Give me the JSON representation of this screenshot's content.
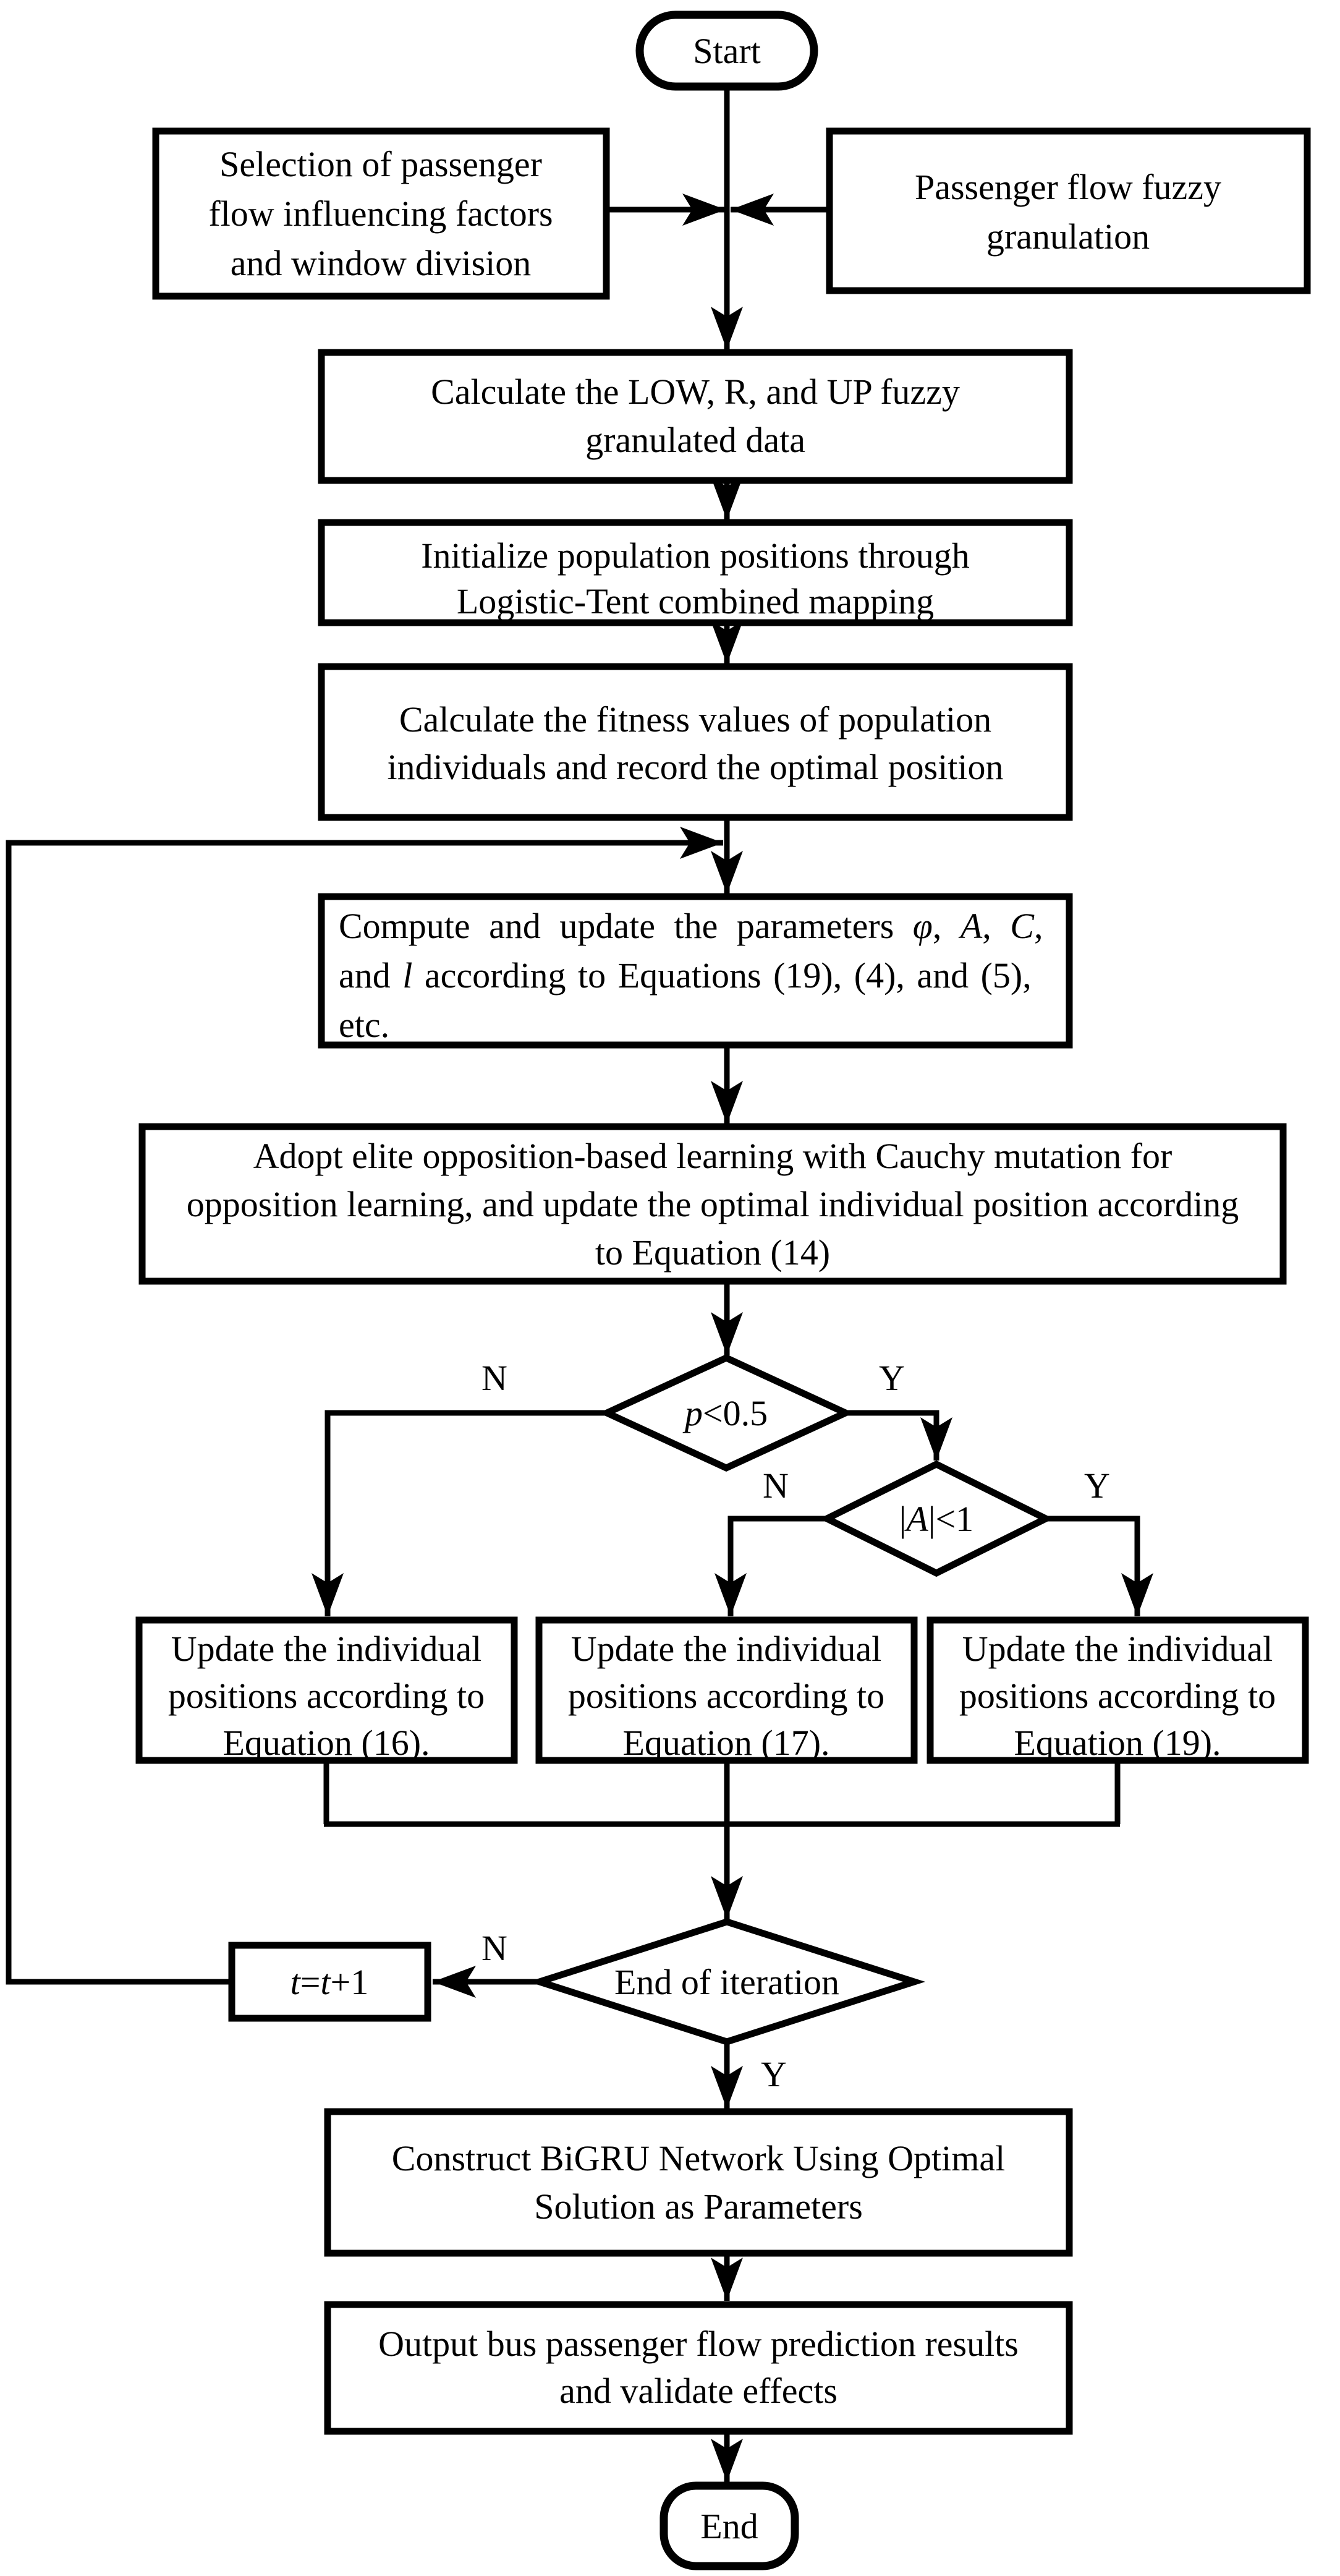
{
  "nodes": {
    "start": {
      "label": "Start"
    },
    "select_factors": {
      "line1": "Selection of passenger",
      "line2": "flow influencing factors",
      "line3": "and window division"
    },
    "fuzzy_granulation": {
      "line1": "Passenger flow fuzzy",
      "line2": "granulation"
    },
    "calc_granulated": {
      "line1": "Calculate the LOW, R, and UP fuzzy",
      "line2": "granulated data"
    },
    "init_population": {
      "line1": "Initialize population positions through",
      "line2": "Logistic-Tent combined mapping"
    },
    "calc_fitness": {
      "line1": "Calculate the fitness values of population",
      "line2": "individuals and record the optimal position"
    },
    "compute_params": {
      "l1a": "Compute and update the parameters ",
      "l1b": "φ",
      "l1c": ", ",
      "l1d": "A",
      "l1e": ", ",
      "l1f": "C",
      "l1g": ",",
      "l2a": "and ",
      "l2b": "l",
      "l2c": " according to Equations (19), (4), and (5),",
      "l3": "etc."
    },
    "elite_opposition": {
      "line1": "Adopt elite opposition-based learning with Cauchy mutation for",
      "line2": "opposition learning, and update the optimal individual position according",
      "line3": "to Equation (14)"
    },
    "decision_p": {
      "var": "p",
      "cond": "<0.5"
    },
    "decision_a": {
      "bar": "|",
      "var": "A",
      "cond": "|<1"
    },
    "update_eq16": {
      "line1": "Update the individual",
      "line2": "positions according to",
      "line3": "Equation (16)."
    },
    "update_eq17": {
      "line1": "Update the individual",
      "line2": "positions according to",
      "line3": "Equation (17)."
    },
    "update_eq19": {
      "line1": "Update the individual",
      "line2": "positions according to",
      "line3": "Equation (19)."
    },
    "decision_iteration": {
      "label": "End of iteration"
    },
    "t_increment": {
      "t1": "t",
      "eq": "=",
      "t2": "t",
      "plus": "+1"
    },
    "construct_bigru": {
      "line1": "Construct BiGRU Network Using Optimal",
      "line2": "Solution as Parameters"
    },
    "output_results": {
      "line1": "Output bus passenger flow prediction results",
      "line2": "and validate effects"
    },
    "end": {
      "label": "End"
    }
  },
  "labels": {
    "p_no": "N",
    "p_yes": "Y",
    "a_no": "N",
    "a_yes": "Y",
    "iter_no": "N",
    "iter_yes": "Y"
  },
  "colors": {
    "stroke": "#000000",
    "background": "#ffffff"
  }
}
